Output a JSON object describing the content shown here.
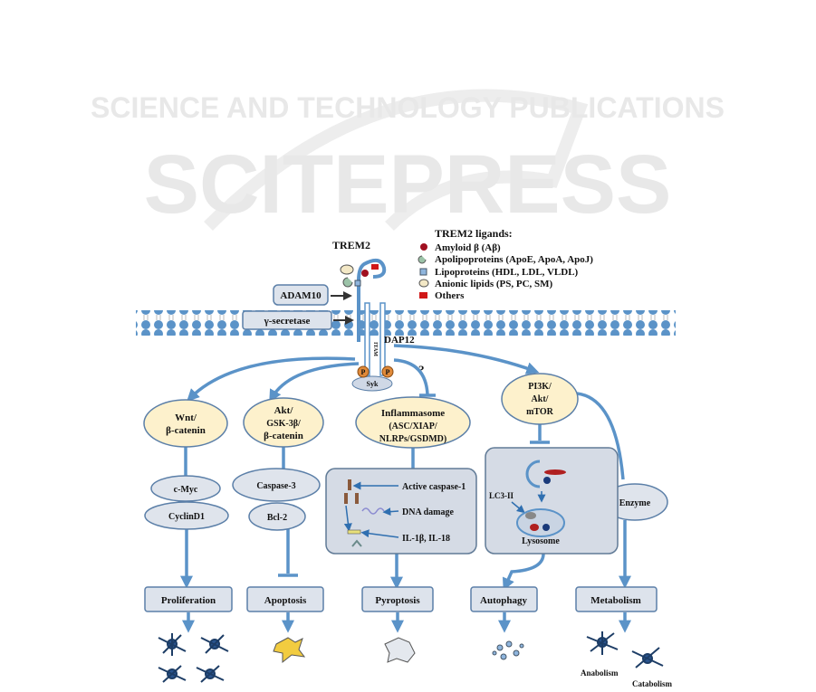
{
  "watermark": {
    "brand": "SCITEPRESS",
    "subtitle": "SCIENCE AND TECHNOLOGY PUBLICATIONS"
  },
  "receptor": {
    "trem2": "TREM2",
    "dap12": "DAP12",
    "syk": "Syk",
    "phospho": "P",
    "itam": "ITAM",
    "unknown": "?"
  },
  "membrane": {
    "adam10": "ADAM10",
    "gamma_secretase": "γ-secretase"
  },
  "legend": {
    "title": "TREM2 ligands:",
    "items": [
      {
        "label": "Amyloid β (Aβ)",
        "icon": "red-circle",
        "color": "#a01020"
      },
      {
        "label": "Apolipoproteins (ApoE, ApoA, ApoJ)",
        "icon": "crescent",
        "color": "#9cc3a8"
      },
      {
        "label": "Lipoproteins (HDL, LDL, VLDL)",
        "icon": "blue-square",
        "color": "#8fb5dd"
      },
      {
        "label": "Anionic lipids (PS, PC, SM)",
        "icon": "lipid-oval",
        "color": "#f3e8c6"
      },
      {
        "label": "Others",
        "icon": "red-bracket",
        "color": "#d01818"
      }
    ]
  },
  "pathways": {
    "wnt": [
      "Wnt/",
      "β-catenin"
    ],
    "akt": [
      "Akt/",
      "GSK-3β/",
      "β-catenin"
    ],
    "inflammasome": [
      "Inflammasome",
      "(ASC/XIAP/",
      "NLRPs/GSDMD)"
    ],
    "pi3k": [
      "PI3K/",
      "Akt/",
      "mTOR"
    ]
  },
  "mediators": {
    "cmyc": "c-Myc",
    "cyclind1": "CyclinD1",
    "caspase3": "Caspase-3",
    "bcl2": "Bcl-2",
    "enzyme": "Enzyme"
  },
  "inflammasome_panel": {
    "active_caspase": "Active caspase-1",
    "dna_damage": "DNA damage",
    "il": "IL-1β, IL-18"
  },
  "autophagy_panel": {
    "lc3": "LC3-II",
    "lysosome": "Lysosome"
  },
  "outcomes": [
    "Proliferation",
    "Apoptosis",
    "Pyroptosis",
    "Autophagy",
    "Metabolism"
  ],
  "metabolism_labels": {
    "anabolism": "Anabolism",
    "catabolism": "Catabolism"
  }
}
